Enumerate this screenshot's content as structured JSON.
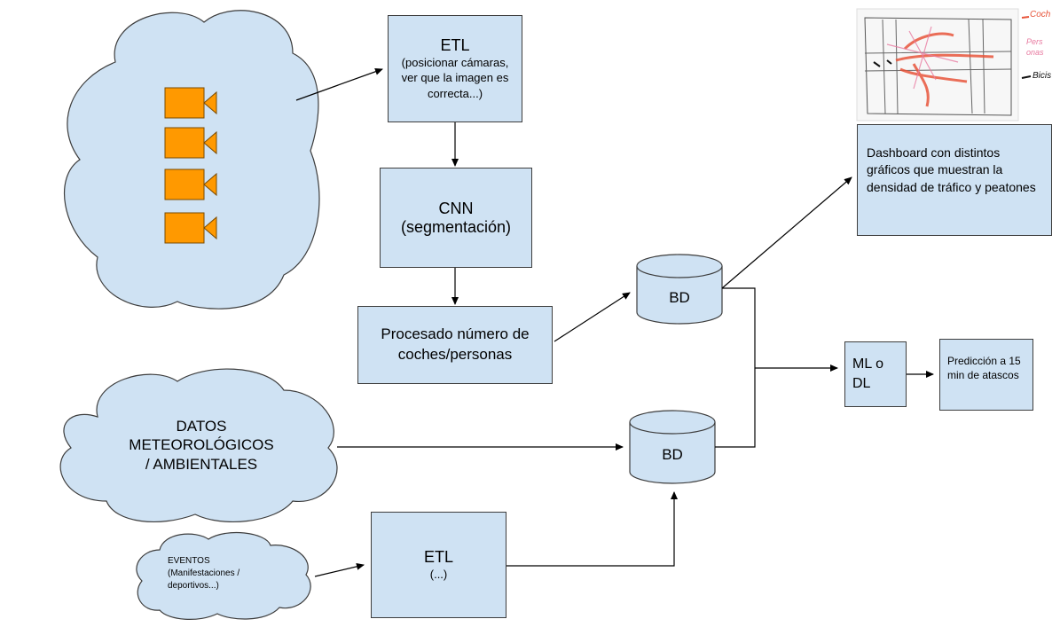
{
  "etl_cameras": {
    "title": "ETL",
    "subtitle": "(posicionar cámaras, ver que la imagen es correcta...)"
  },
  "cnn": {
    "line1": "CNN",
    "line2": "(segmentación)"
  },
  "procesado": {
    "text": "Procesado número de coches/personas"
  },
  "bd_top": {
    "label": "BD"
  },
  "bd_bottom": {
    "label": "BD"
  },
  "dashboard": {
    "text": "Dashboard con distintos gráficos que muestran la densidad de tráfico y peatones"
  },
  "sketch": {
    "legend": [
      "Coch",
      "Pers onas",
      "Bicis"
    ]
  },
  "ml": {
    "text": "ML o DL"
  },
  "prediccion": {
    "text": "Predicción a 15 min de atascos"
  },
  "datos_cloud": {
    "line1": "DATOS",
    "line2": "METEOROLÓGICOS",
    "line3": "/ AMBIENTALES"
  },
  "eventos_cloud": {
    "line1": "EVENTOS",
    "line2": "(Manifestaciones /",
    "line3": "deportivos...)"
  },
  "etl_bottom": {
    "title": "ETL",
    "subtitle": "(...)"
  },
  "colors": {
    "box_fill": "#cfe2f3",
    "camera": "#ff9900",
    "stroke": "#3d3d3d",
    "sketch_red": "#e8553b"
  }
}
